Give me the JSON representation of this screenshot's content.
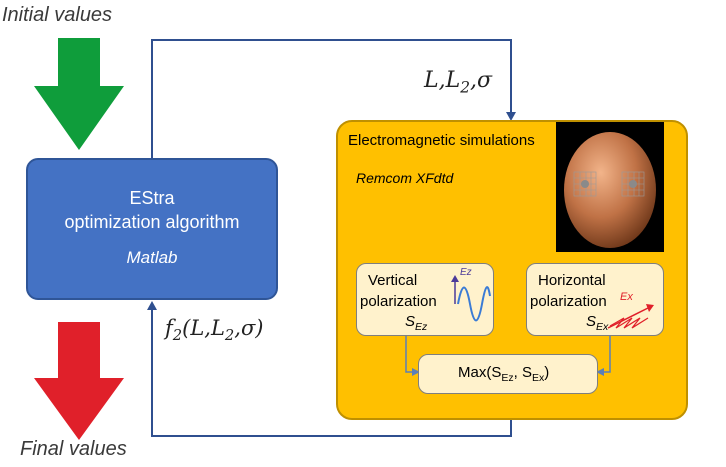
{
  "labels": {
    "initial": "Initial values",
    "final": "Final values"
  },
  "estra_box": {
    "line1": "EStra",
    "line2": "optimization algorithm",
    "line3": "Matlab"
  },
  "feedback": {
    "params": "L,L",
    "params_sub": "2",
    "params_tail": ",σ",
    "fn": "f",
    "fn_sub": "2",
    "fn_mid": "(L,L",
    "fn_sub2": "2",
    "fn_tail": ",σ)"
  },
  "em_box": {
    "title": "Electromagnetic simulations",
    "subtitle": "Remcom XFdtd"
  },
  "vertical": {
    "line1": "Vertical",
    "line2": "polarization",
    "s": "S",
    "s_sub": "Ez",
    "wave_label": "Ez"
  },
  "horizontal": {
    "line1": "Horizontal",
    "line2": "polarization",
    "s": "S",
    "s_sub": "Ex",
    "wave_label": "Ex"
  },
  "max_box": {
    "prefix": "Max(S",
    "sub1": "Ez",
    "mid": ", S",
    "sub2": "Ex",
    "suffix": ")"
  },
  "colors": {
    "green_arrow": "#0f9d3b",
    "red_arrow": "#e0202a",
    "flow_line": "#2f4f8f",
    "estra_fill": "#4472c4",
    "em_fill": "#ffc000"
  }
}
